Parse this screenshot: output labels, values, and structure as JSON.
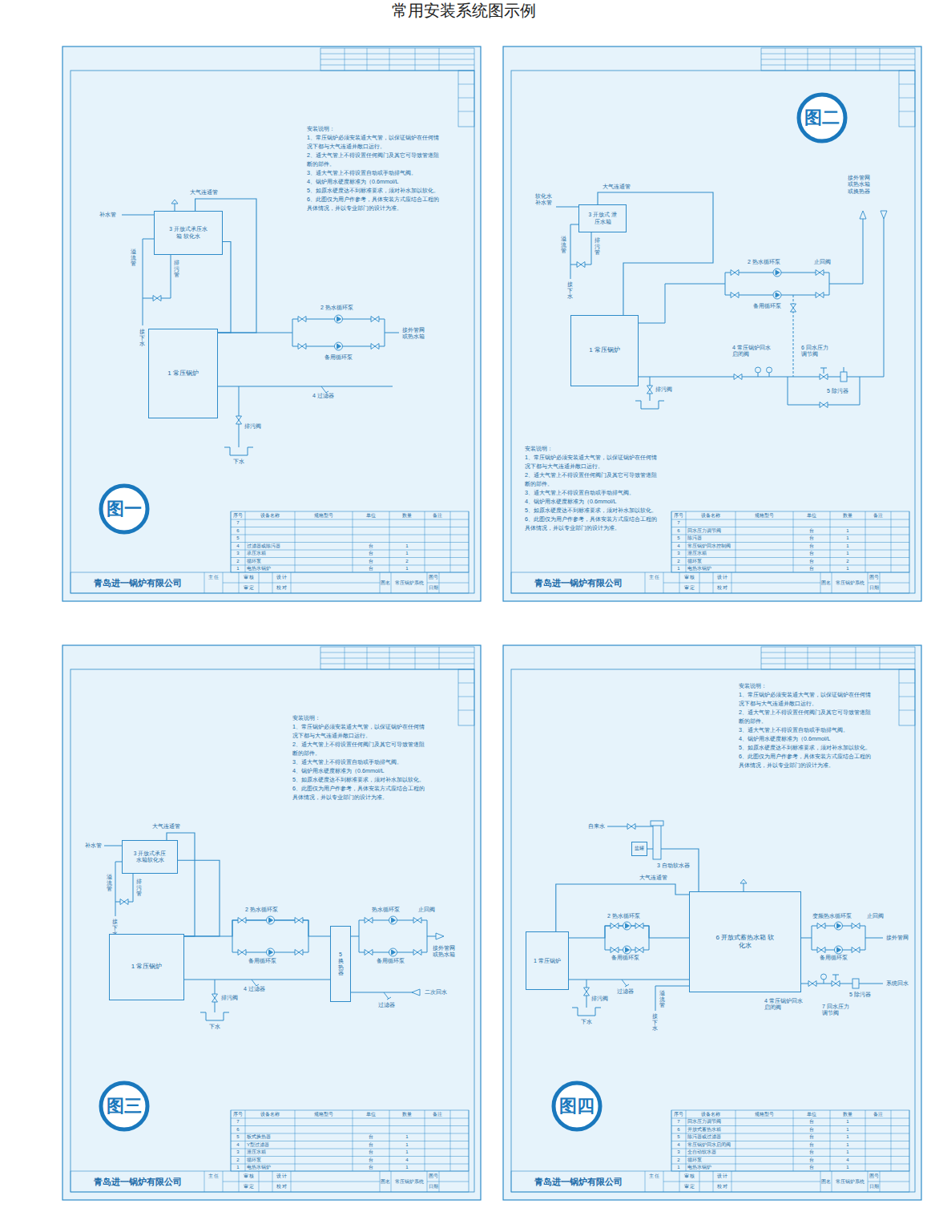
{
  "diagram": {
    "title": "常用安装系统图示例",
    "nodes": [
      {
        "text": [
          "3 开放式承压水箱 软化水"
        ]
      },
      {
        "text": [
          "1 常压锅炉"
        ]
      },
      {
        "text": [
          "图一"
        ]
      },
      {
        "text": [
          "图二"
        ]
      },
      {
        "text": [
          "3 开放式 泄压水箱"
        ]
      },
      {
        "text": [
          "1 常压锅炉"
        ]
      },
      {
        "text": [
          "3 开放式承压 水箱软化水"
        ]
      },
      {
        "text": [
          "1 常压锅炉"
        ]
      },
      {
        "text": [
          "5 换热器"
        ]
      },
      {
        "text": [
          "图三"
        ]
      },
      {
        "text": [
          "盐罐"
        ]
      },
      {
        "text": [
          "6 开放式蓄热水箱 软化水"
        ]
      },
      {
        "text": [
          "1 常压锅炉"
        ]
      },
      {
        "text": [
          "图四"
        ]
      }
    ],
    "edges": [
      {
        "from": 0,
        "to": 1,
        "arrow": "none",
        "label": "大气连通管"
      },
      {
        "from": 0,
        "to": 1,
        "arrow": "none"
      },
      {
        "from": 4,
        "to": 5,
        "arrow": "none",
        "label": "大气连通管"
      },
      {
        "from": 6,
        "to": 7,
        "arrow": "none",
        "label": "大气连通管"
      },
      {
        "from": 6,
        "to": 7,
        "arrow": "none"
      },
      {
        "from": 7,
        "to": 8,
        "arrow": "none"
      },
      {
        "from": 8,
        "to": 7,
        "arrow": "none"
      },
      {
        "from": 10,
        "to": 11,
        "arrow": "none"
      },
      {
        "from": 12,
        "to": 11,
        "arrow": "none",
        "label": "大气连通管"
      },
      {
        "from": 12,
        "to": 11,
        "arrow": "none"
      },
      {
        "from": 11,
        "to": 12,
        "arrow": "none"
      }
    ],
    "labels": [
      "安装说明：",
      "1、常压锅炉必须安装通大气管，以保证锅炉在任何情况下都与大气连通并敞口运行。",
      "2、通大气管上不得设置任何阀门及其它可导致管道阻断的部件。",
      "3、通大气管上不得设置自动或手动排气阀。",
      "4、锅炉用水硬度标准为（0.6mmol/L",
      "5、如原水硬度达不到标准要求，须对补水加以软化。",
      "6、此图仅为用户作参考，具体安装方式应结合工程的具体情况，并以专业部门的设计为准。",
      "序号",
      "设备名称",
      "规格型号",
      "单位",
      "数量",
      "备注",
      "7",
      "6",
      "5",
      "4",
      "过滤器或除污器",
      "台",
      "1",
      "3",
      "承压水箱",
      "台",
      "1",
      "2",
      "循环泵",
      "台",
      "2",
      "1",
      "电热水锅炉",
      "台",
      "1",
      "青岛进一锅炉有限公司",
      "主 任",
      "审 核",
      "审 定",
      "设 计",
      "校 对",
      "图名",
      "常压锅炉系统",
      "图号",
      "日期",
      "补水管",
      "溢流管",
      "排污管",
      "接下水",
      "2 热水循环泵",
      "备用循环泵",
      "接外管网 或热水箱",
      "4 过滤器",
      "排污阀",
      "下水",
      "安装说明：",
      "1、常压锅炉必须安装通大气管，以保证锅炉在任何情况下都与大气连通并敞口运行。",
      "2、通大气管上不得设置任何阀门及其它可导致管道阻断的部件。",
      "3、通大气管上不得设置自动或手动排气阀。",
      "4、锅炉用水硬度标准为（0.6mmol/L",
      "5、如原水硬度达不到标准要求，须对补水加以软化。",
      "6、此图仅为用户作参考，具体安装方式应结合工程的具体情况，并以专业部门的设计为准。",
      "序号",
      "设备名称",
      "规格型号",
      "单位",
      "数量",
      "备注",
      "7",
      "6",
      "回水压力调节阀",
      "台",
      "1",
      "5",
      "除污器",
      "台",
      "1",
      "4",
      "常压锅炉回水控制阀",
      "台",
      "1",
      "3",
      "泄压水箱",
      "台",
      "1",
      "2",
      "循环泵",
      "台",
      "2",
      "1",
      "电热水锅炉",
      "台",
      "1",
      "青岛进一锅炉有限公司",
      "主 任",
      "审 核",
      "审 定",
      "设 计",
      "校 对",
      "图名",
      "常压锅炉系统",
      "图号",
      "日期",
      "软化水 补水管",
      "溢流管",
      "排污管",
      "接下水",
      "2 热水循环泵",
      "止回阀",
      "备用循环泵",
      "接外管网 或热水箱 或换热器",
      "4 常压锅炉回水 启闭阀",
      "6 回水压力 调节阀",
      "5 除污器",
      "排污阀",
      "安装说明：",
      "1、常压锅炉必须安装通大气管，以保证锅炉在任何情况下都与大气连通并敞口运行。",
      "2、通大气管上不得设置任何阀门及其它可导致管道阻断的部件。",
      "3、通大气管上不得设置自动或手动排气阀。",
      "4、锅炉用水硬度标准为（0.6mmol/L",
      "5、如原水硬度达不到标准要求，须对补水加以软化。",
      "6、此图仅为用户作参考，具体安装方式应结合工程的具体情况，并以专业部门的设计为准。",
      "序号",
      "设备名称",
      "规格型号",
      "单位",
      "数量",
      "备注",
      "7",
      "6",
      "5",
      "板式换热器",
      "台",
      "1",
      "4",
      "Y型过滤器",
      "台",
      "1",
      "3",
      "泄压水箱",
      "台",
      "1",
      "2",
      "循环泵",
      "台",
      "4",
      "1",
      "电热水锅炉",
      "台",
      "1",
      "青岛进一锅炉有限公司",
      "主 任",
      "审 核",
      "审 定",
      "设 计",
      "校 对",
      "图名",
      "常压锅炉系统",
      "图号",
      "日期",
      "补水管",
      "溢流管",
      "排污管",
      "接下水",
      "2 热水循环泵",
      "备用循环泵",
      "热水循环泵",
      "止回阀",
      "备用循环泵",
      "接外管网 或热水箱",
      "二次回水",
      "过滤器",
      "4 过滤器",
      "排污阀",
      "下水",
      "安装说明：",
      "1、常压锅炉必须安装通大气管，以保证锅炉在任何情况下都与大气连通并敞口运行。",
      "2、通大气管上不得设置任何阀门及其它可导致管道阻断的部件。",
      "3、通大气管上不得设置自动或手动排气阀。",
      "4、锅炉用水硬度标准为（0.6mmol/L",
      "5、如原水硬度达不到标准要求，须对补水加以软化。",
      "6、此图仅为用户作参考，具体安装方式应结合工程的具体情况，并以专业部门的设计为准。",
      "序号",
      "设备名称",
      "规格型号",
      "单位",
      "数量",
      "备注",
      "7",
      "回水压力调节阀",
      "台",
      "1",
      "6",
      "开放式蓄热水箱",
      "台",
      "1",
      "5",
      "除污器或过滤器",
      "台",
      "1",
      "4",
      "常压锅炉回水启闭阀",
      "台",
      "1",
      "3",
      "全自动软水器",
      "台",
      "1",
      "2",
      "循环泵",
      "台",
      "4",
      "1",
      "电热水锅炉",
      "台",
      "1",
      "青岛进一锅炉有限公司",
      "主 任",
      "审 核",
      "审 定",
      "设 计",
      "校 对",
      "图名",
      "常压锅炉系统",
      "图号",
      "日期",
      "自来水",
      "3 自动软水器",
      "2 热水循环泵",
      "备用循环泵",
      "变频热水循环泵",
      "止回阀",
      "接外管网",
      "备用循环泵",
      "系统回水",
      "5 除污器",
      "4 常压锅炉回水 启闭阀",
      "7 回水压力 调节阀",
      "过滤器",
      "排污阀",
      "下水",
      "溢流管",
      "接下水"
    ]
  }
}
